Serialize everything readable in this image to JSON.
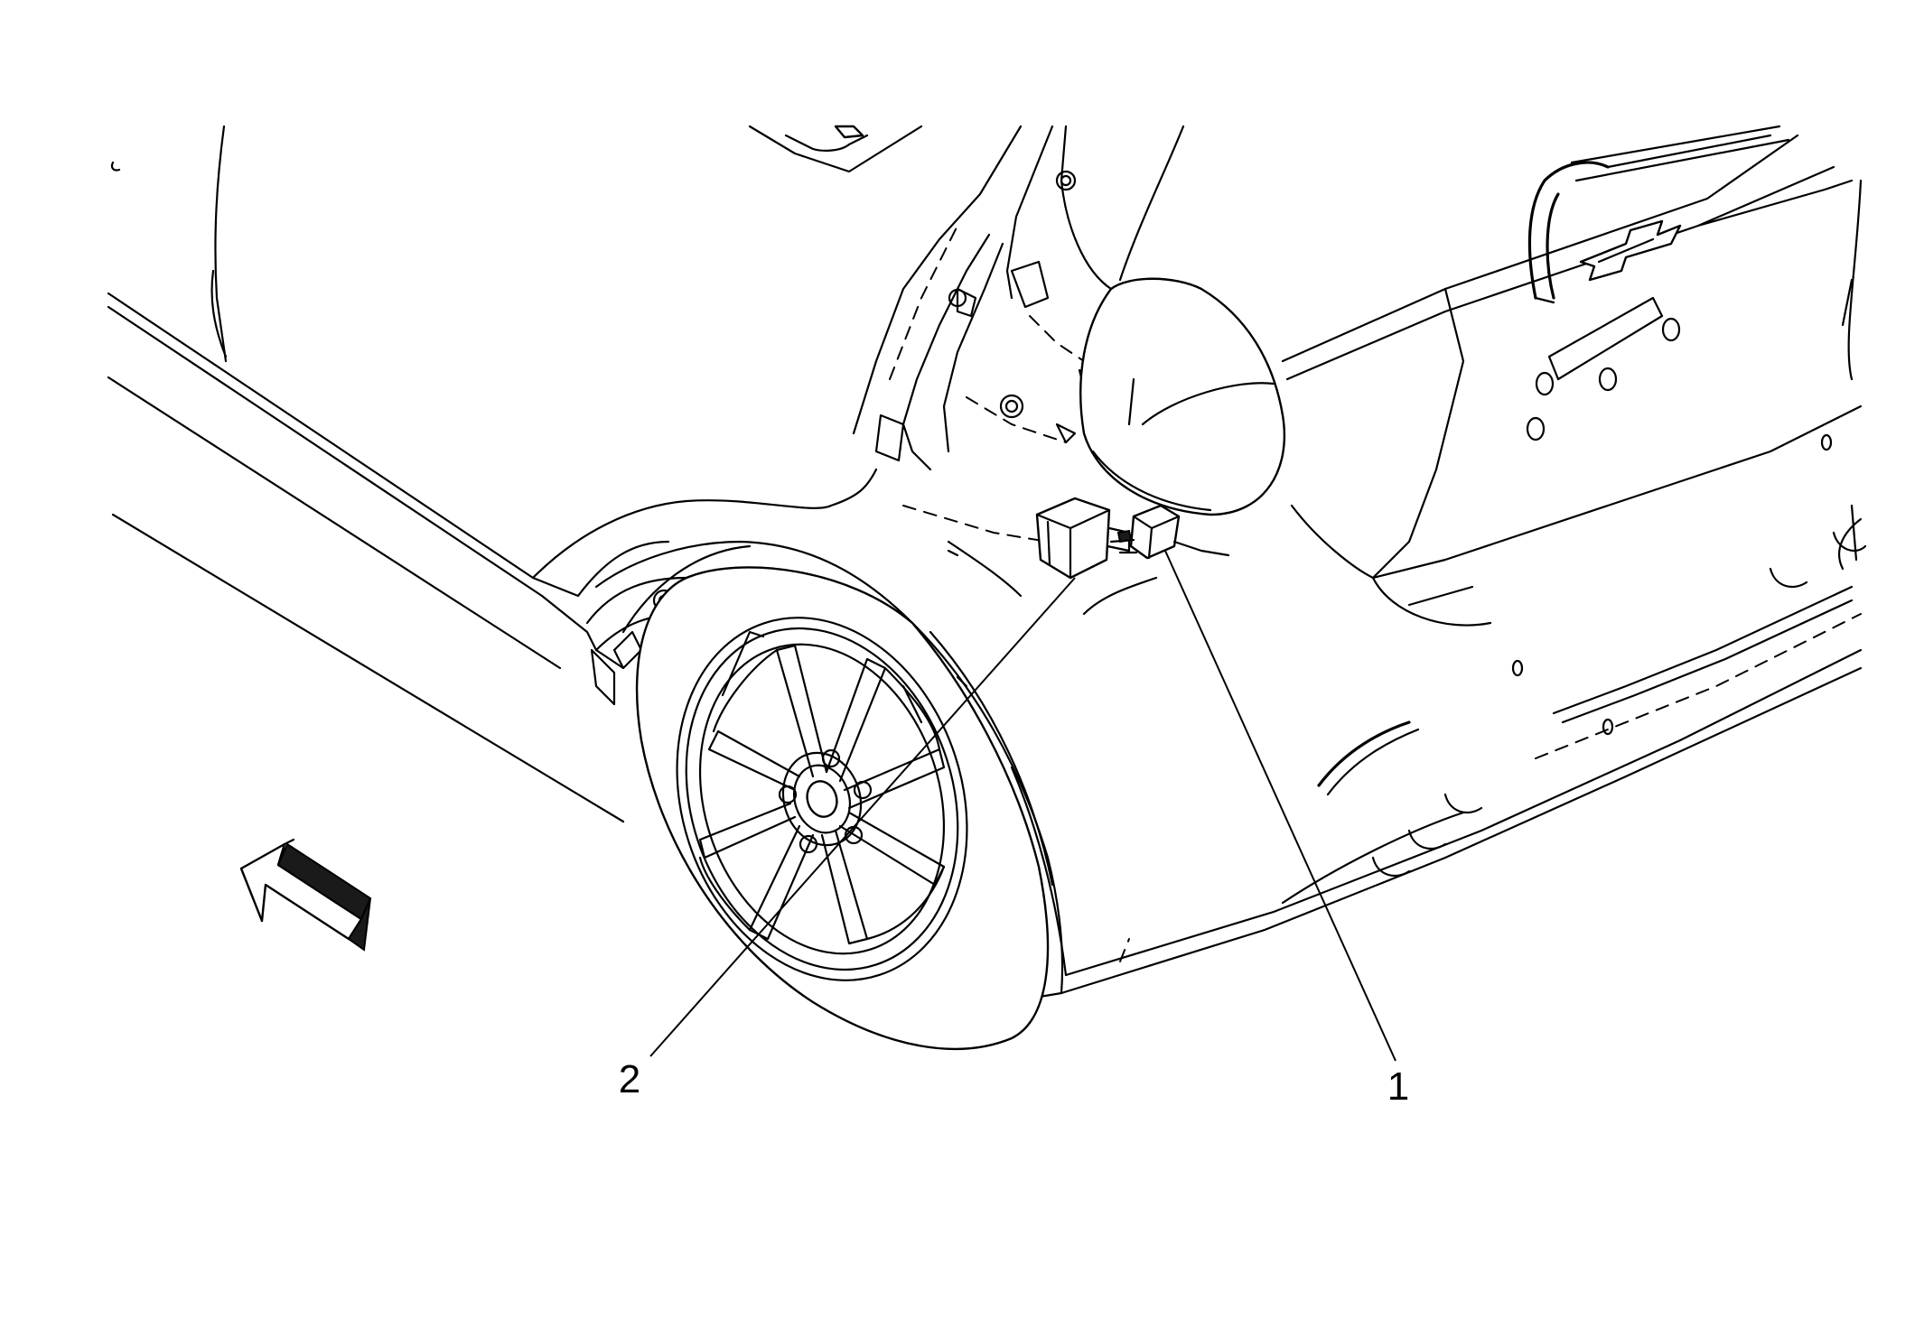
{
  "callouts": {
    "one": "1",
    "two": "2"
  },
  "icons": {
    "direction_arrow": "front-direction-arrow-icon",
    "logo": "bowtie-emblem"
  },
  "colors": {
    "stroke": "#000000",
    "background": "#ffffff"
  }
}
